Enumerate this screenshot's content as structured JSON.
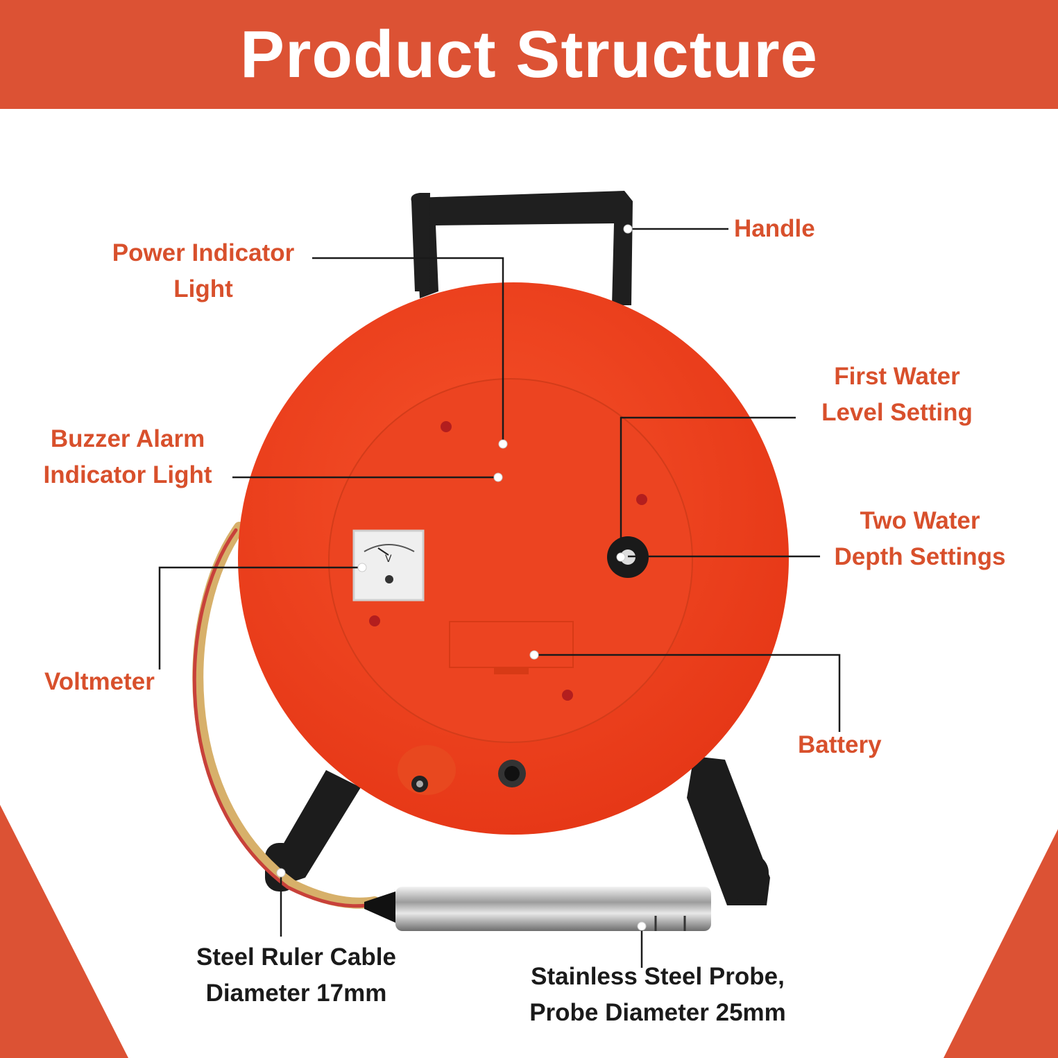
{
  "header": {
    "title": "Product Structure"
  },
  "colors": {
    "accent": "#dc5234",
    "label_text": "#d8502c",
    "reel_outer": "#f03c1a",
    "reel_inner": "#ee4a25",
    "frame": "#1e1e1e",
    "dark_text": "#1a1a1a"
  },
  "labels": {
    "handle": {
      "lines": [
        "Handle"
      ]
    },
    "power_indicator": {
      "lines": [
        "Power Indicator",
        "Light"
      ]
    },
    "buzzer_alarm": {
      "lines": [
        "Buzzer Alarm",
        "Indicator Light"
      ]
    },
    "first_water_level": {
      "lines": [
        "First Water",
        "Level Setting"
      ]
    },
    "two_water_depth": {
      "lines": [
        "Two Water",
        "Depth Settings"
      ]
    },
    "voltmeter": {
      "lines": [
        "Voltmeter"
      ]
    },
    "battery": {
      "lines": [
        "Battery"
      ]
    },
    "steel_ruler_cable": {
      "lines": [
        "Steel Ruler Cable",
        "Diameter 17mm"
      ]
    },
    "stainless_probe": {
      "lines": [
        "Stainless Steel Probe,",
        "Probe Diameter 25mm"
      ]
    }
  },
  "voltmeter_face": {
    "unit": "V"
  }
}
